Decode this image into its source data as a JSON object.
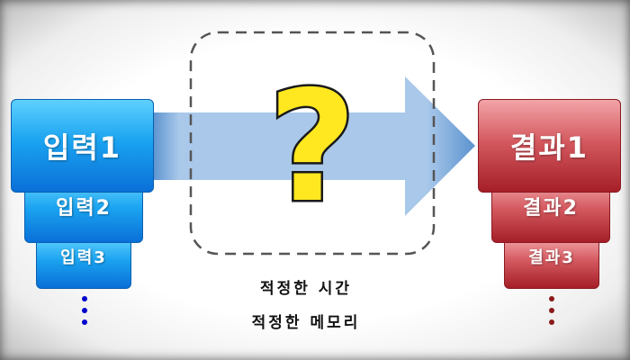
{
  "inputs": [
    {
      "label": "입력1"
    },
    {
      "label": "입력2"
    },
    {
      "label": "입력3"
    }
  ],
  "outputs": [
    {
      "label": "결과1"
    },
    {
      "label": "결과2"
    },
    {
      "label": "결과3"
    }
  ],
  "center": {
    "symbol": "?",
    "captions": [
      "적정한 시간",
      "적정한 메모리"
    ]
  },
  "colors": {
    "input": "#1a90ee",
    "output": "#c0393f",
    "arrow": "#a9c8ea",
    "arrow_dark": "#5b93cf",
    "question_fill": "#ffe820",
    "input_dots": "#0000cc",
    "output_dots": "#8b1a1a"
  }
}
